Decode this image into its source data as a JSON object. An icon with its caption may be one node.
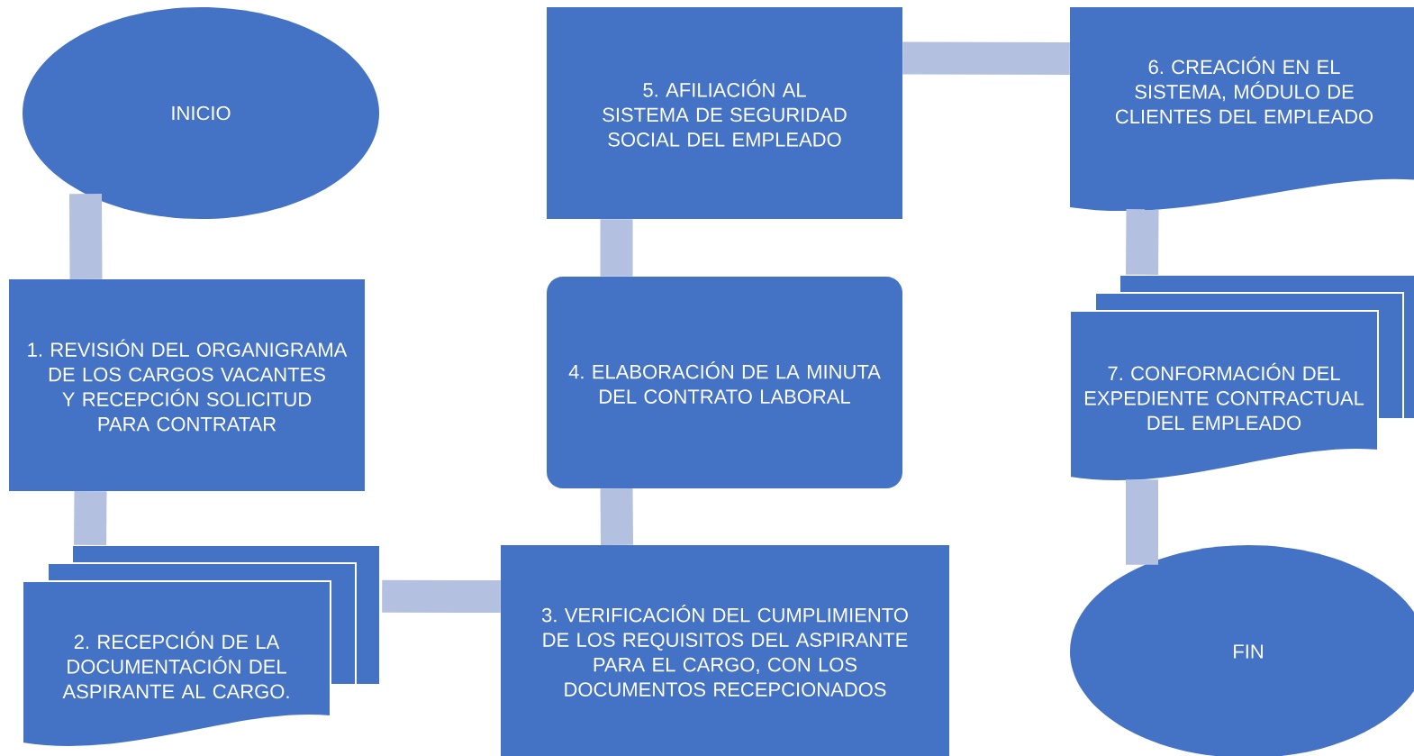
{
  "diagram": {
    "nodes": [
      {
        "text": [
          "INICIO"
        ]
      },
      {
        "text": [
          "1. REVISIÓN DEL ORGANIGRAMA DE LOS CARGOS VACANTES Y RECEPCIÓN SOLICITUD PARA CONTRATAR"
        ]
      },
      {
        "text": [
          "2. RECEPCIÓN DE LA DOCUMENTACIÓN DEL ASPIRANTE AL CARGO."
        ]
      },
      {
        "text": [
          "3. VERIFICACIÓN DEL CUMPLIMIENTO DE LOS REQUISITOS DEL ASPIRANTE PARA EL CARGO, CON LOS DOCUMENTOS RECEPCIONADOS"
        ]
      },
      {
        "text": [
          "4. ELABORACIÓN DE LA MINUTA DEL CONTRATO LABORAL"
        ]
      },
      {
        "text": [
          "5. AFILIACIÓN AL SISTEMA DE SEGURIDAD SOCIAL DEL EMPLEADO"
        ]
      },
      {
        "text": [
          "6. CREACIÓN EN EL SISTEMA, MÓDULO DE CLIENTES DEL EMPLEADO"
        ]
      },
      {
        "text": [
          "7. CONFORMACIÓN DEL EXPEDIENTE CONTRACTUAL DEL EMPLEADO"
        ]
      },
      {
        "text": [
          "FIN"
        ]
      }
    ],
    "edges": [
      {
        "from": 0,
        "to": 1,
        "arrow": "none"
      },
      {
        "from": 1,
        "to": 2,
        "arrow": "none"
      },
      {
        "from": 2,
        "to": 3,
        "arrow": "none"
      },
      {
        "from": 3,
        "to": 4,
        "arrow": "none"
      },
      {
        "from": 4,
        "to": 5,
        "arrow": "none"
      },
      {
        "from": 5,
        "to": 6,
        "arrow": "none"
      },
      {
        "from": 6,
        "to": 7,
        "arrow": "none"
      },
      {
        "from": 7,
        "to": 8,
        "arrow": "none"
      }
    ]
  }
}
